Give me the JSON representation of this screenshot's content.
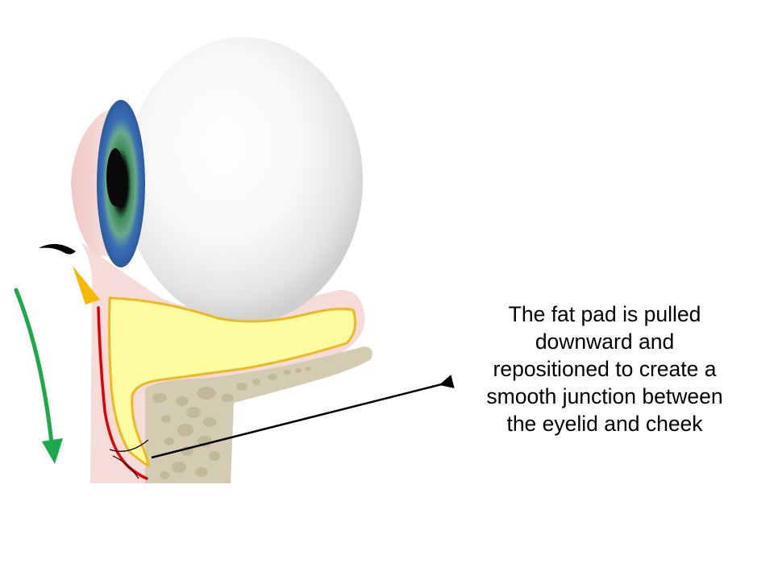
{
  "caption": {
    "lines": [
      "The fat pad is pulled",
      "downward and",
      "repositioned to create a",
      "smooth junction between",
      "the eyelid and cheek"
    ]
  },
  "colors": {
    "eyelid_skin": "#f5dcd8",
    "fat_pad": "#fdfca0",
    "fat_pad_outline": "#f0b820",
    "bone": "#d4ccb2",
    "bone_spots": "#c2b998",
    "iris": "#3a6eb4",
    "iris_inner": "#5aa080",
    "pupil": "#0a0a0a",
    "red_line": "#e00000",
    "green_arrow": "#1aaa4a",
    "orange_triangle": "#f8b800",
    "pointer_arrow": "#000000"
  },
  "icons": {
    "downward_arrow": "green-arrow-icon",
    "pointer": "arrow-icon"
  }
}
